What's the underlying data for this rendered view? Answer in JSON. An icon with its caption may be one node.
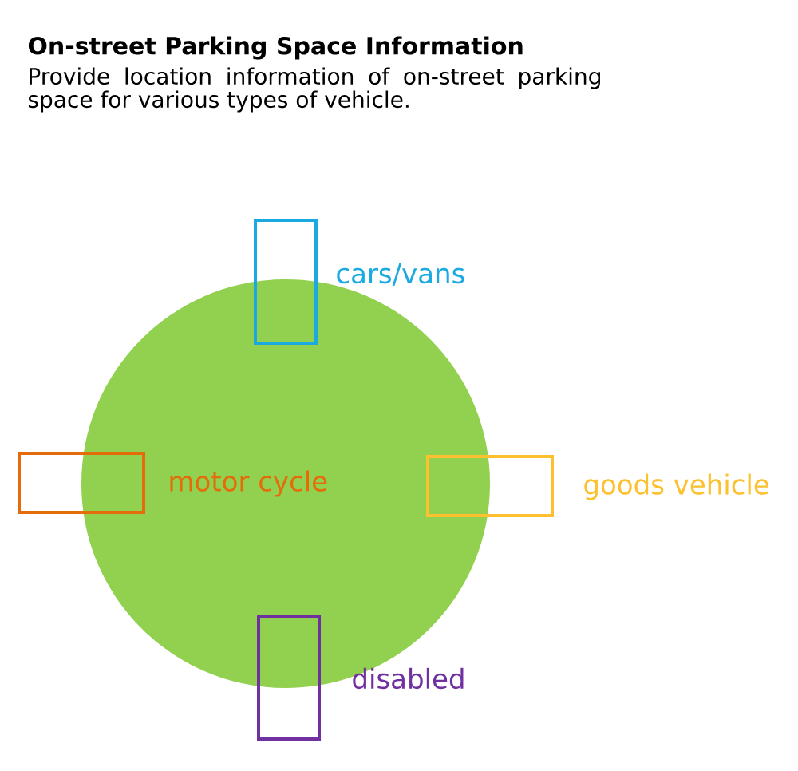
{
  "diagram": {
    "title": "On-street Parking Space Information",
    "caption": "Provide location information of on-street parking space for various types of vehicle.",
    "nodes": [
      {
        "text": [],
        "shape": "circle"
      },
      {
        "text": [],
        "shape": "box"
      },
      {
        "text": [],
        "shape": "box"
      },
      {
        "text": [],
        "shape": "box"
      },
      {
        "text": [],
        "shape": "box"
      }
    ],
    "labels": [
      "cars/vans",
      "motor cycle",
      "goods vehicle",
      "disabled"
    ]
  }
}
